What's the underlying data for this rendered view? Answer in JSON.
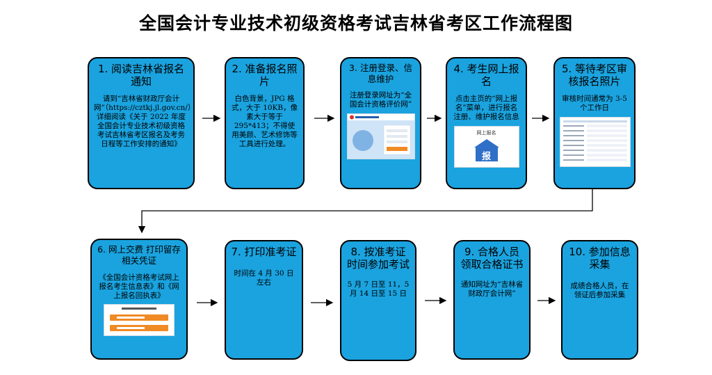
{
  "title": "全国会计专业技术初级资格考试吉林省考区工作流程图",
  "steps": [
    {
      "heading": "1. 阅读吉林省报名通知",
      "body": "请到“吉林省财政厅会计网”（https://cztkj.jl.gov.cn/）详细阅读《关于 2022 年度全国会计专业技术初级资格考试吉林省考区报名及考务日程等工作安排的通知》"
    },
    {
      "heading": "2. 准备报名照片",
      "body": "白色背景，JPG 格式，大于 10KB，像素大于等于 295*413；不得使用美颜、艺术修饰等工具进行处理。"
    },
    {
      "heading": "3. 注册登录、信息维护",
      "body": "注册登录网址为“全国会计资格评价网”"
    },
    {
      "heading": "4. 考生网上报名",
      "body": "点击主页的“网上报名”菜单，进行报名注册、维护报名信息",
      "thumb_label": "网上报名",
      "thumb_button": "报"
    },
    {
      "heading": "5. 等待考区审核报名照片",
      "body": "审核时间通常为 3-5 个工作日"
    },
    {
      "heading": "6. 网上交费 打印留存相关凭证",
      "body": "《全国会计资格考试网上报名考生信息表》和《网上报名回执表》"
    },
    {
      "heading": "7. 打印准考证",
      "body": "时间在 4 月 30 日左右"
    },
    {
      "heading": "8. 按准考证时间参加考试",
      "body": "5 月 7 日至 11，5 月 14 日至 15 日"
    },
    {
      "heading": "9. 合格人员领取合格证书",
      "body": "通知网址为“吉林省财政厅会计网”"
    },
    {
      "heading": "10. 参加信息采集",
      "body": "成绩合格人员，在领证后参加采集"
    }
  ],
  "colors": {
    "box_fill": "#1aa3df",
    "border": "#000000",
    "orange": "#f08a24"
  }
}
